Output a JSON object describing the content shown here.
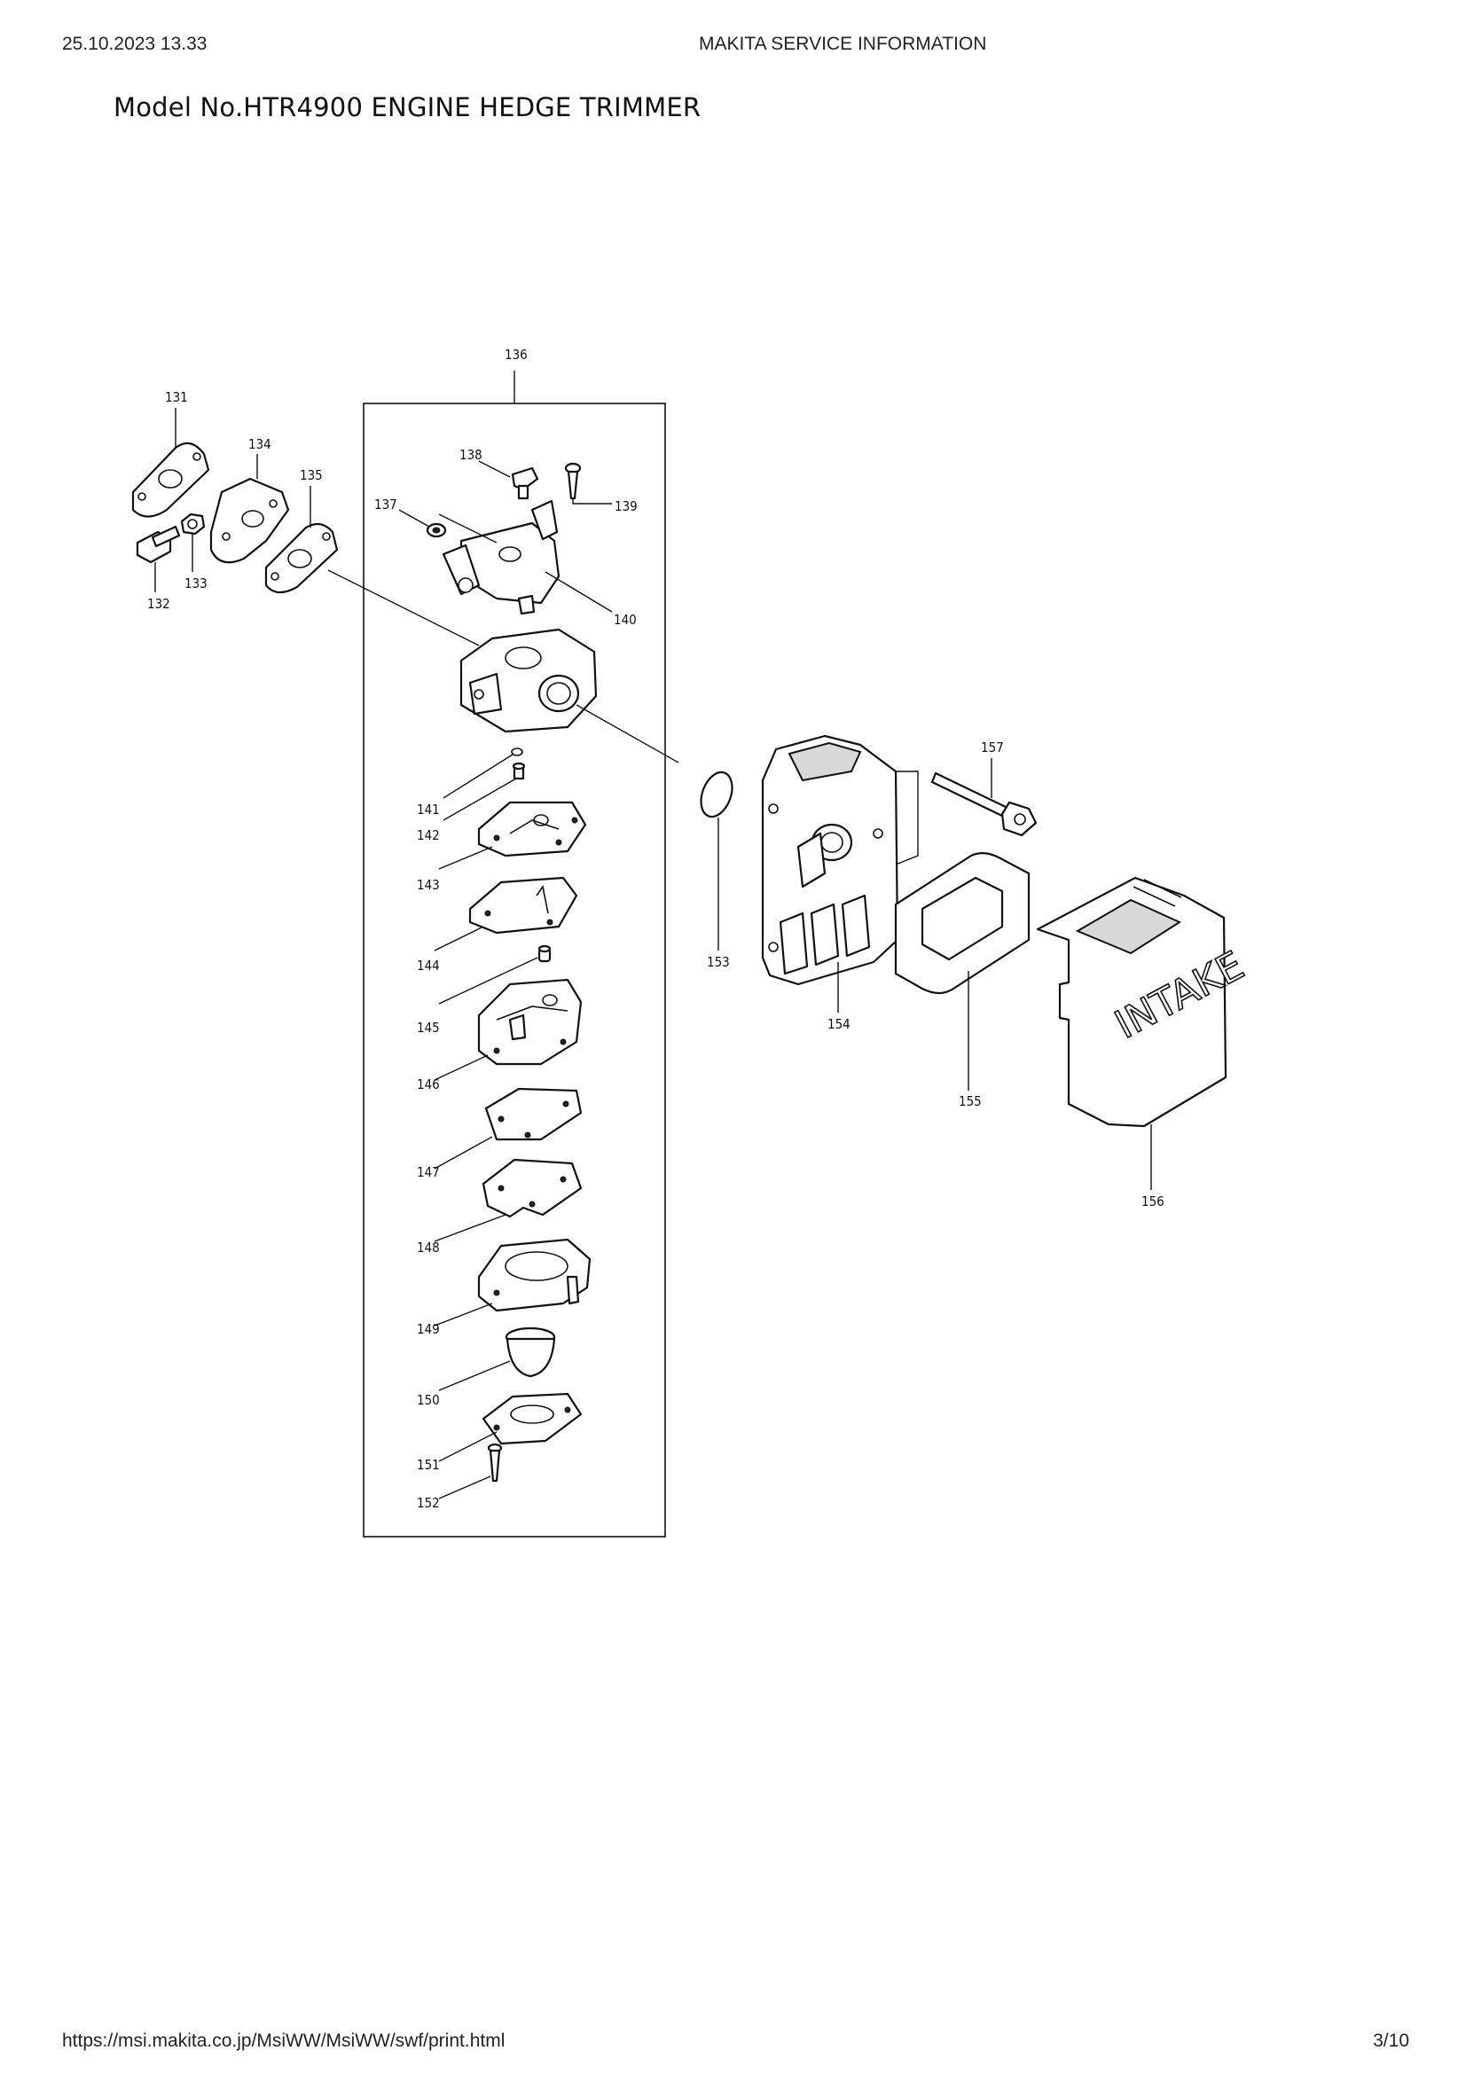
{
  "header": {
    "date": "25.10.2023 13.33",
    "site_title": "MAKITA SERVICE INFORMATION"
  },
  "title": "Model No.HTR4900 ENGINE HEDGE TRIMMER",
  "footer": {
    "url": "https://msi.makita.co.jp/MsiWW/MsiWW/swf/print.html",
    "page": "3/10"
  },
  "diagram": {
    "intake_text": "INTAKE",
    "labels": {
      "p131": "131",
      "p132": "132",
      "p133": "133",
      "p134": "134",
      "p135": "135",
      "p136": "136",
      "p137": "137",
      "p138": "138",
      "p139": "139",
      "p140": "140",
      "p141": "141",
      "p142": "142",
      "p143": "143",
      "p144": "144",
      "p145": "145",
      "p146": "146",
      "p147": "147",
      "p148": "148",
      "p149": "149",
      "p150": "150",
      "p151": "151",
      "p152": "152",
      "p153": "153",
      "p154": "154",
      "p155": "155",
      "p156": "156",
      "p157": "157"
    }
  }
}
